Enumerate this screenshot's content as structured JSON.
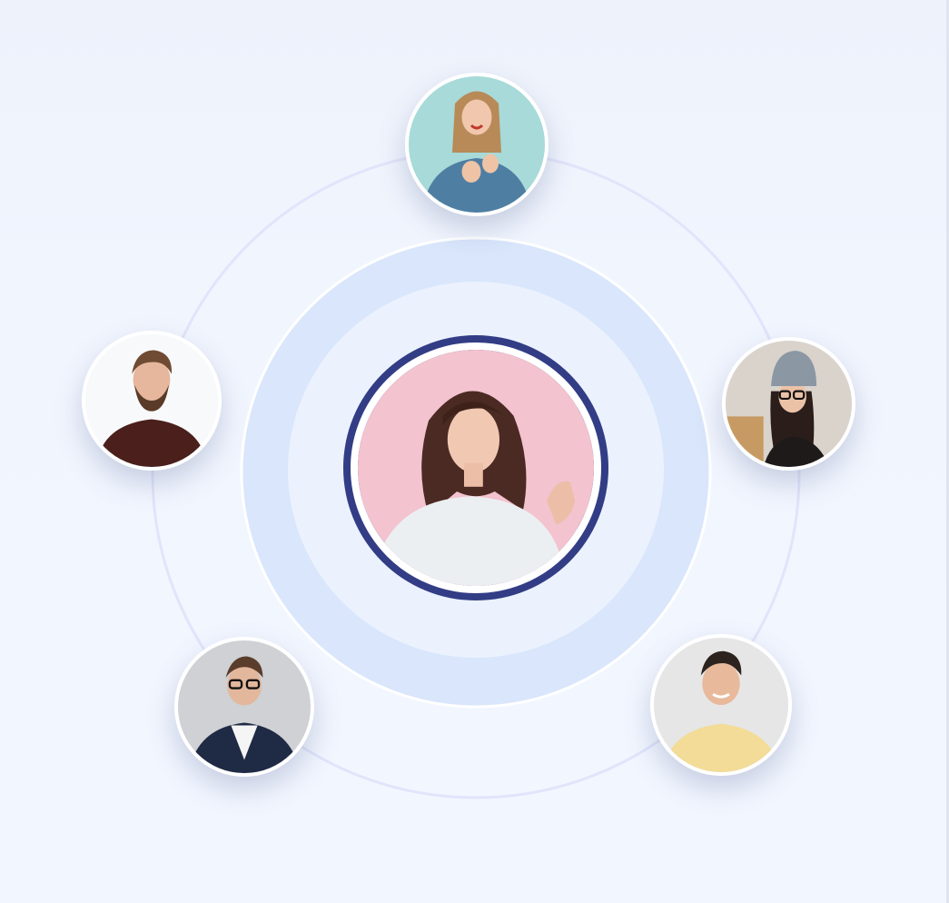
{
  "graphic": {
    "colors": {
      "background": "#f2f6ff",
      "orbit_line": "#e2e4fb",
      "outer_ring": "#d9e6fb",
      "inner_disc": "#ebf2fe",
      "accent_ring": "#323d85",
      "card_border": "#ffffff"
    },
    "people": [
      {
        "role": "center",
        "icon": "woman-pink-background-portrait"
      },
      {
        "role": "orbit",
        "icon": "woman-denim-jacket-portrait"
      },
      {
        "role": "orbit",
        "icon": "man-beard-portrait"
      },
      {
        "role": "orbit",
        "icon": "woman-beanie-glasses-portrait"
      },
      {
        "role": "orbit",
        "icon": "man-glasses-blazer-portrait"
      },
      {
        "role": "orbit",
        "icon": "man-yellow-shirt-portrait"
      }
    ]
  }
}
